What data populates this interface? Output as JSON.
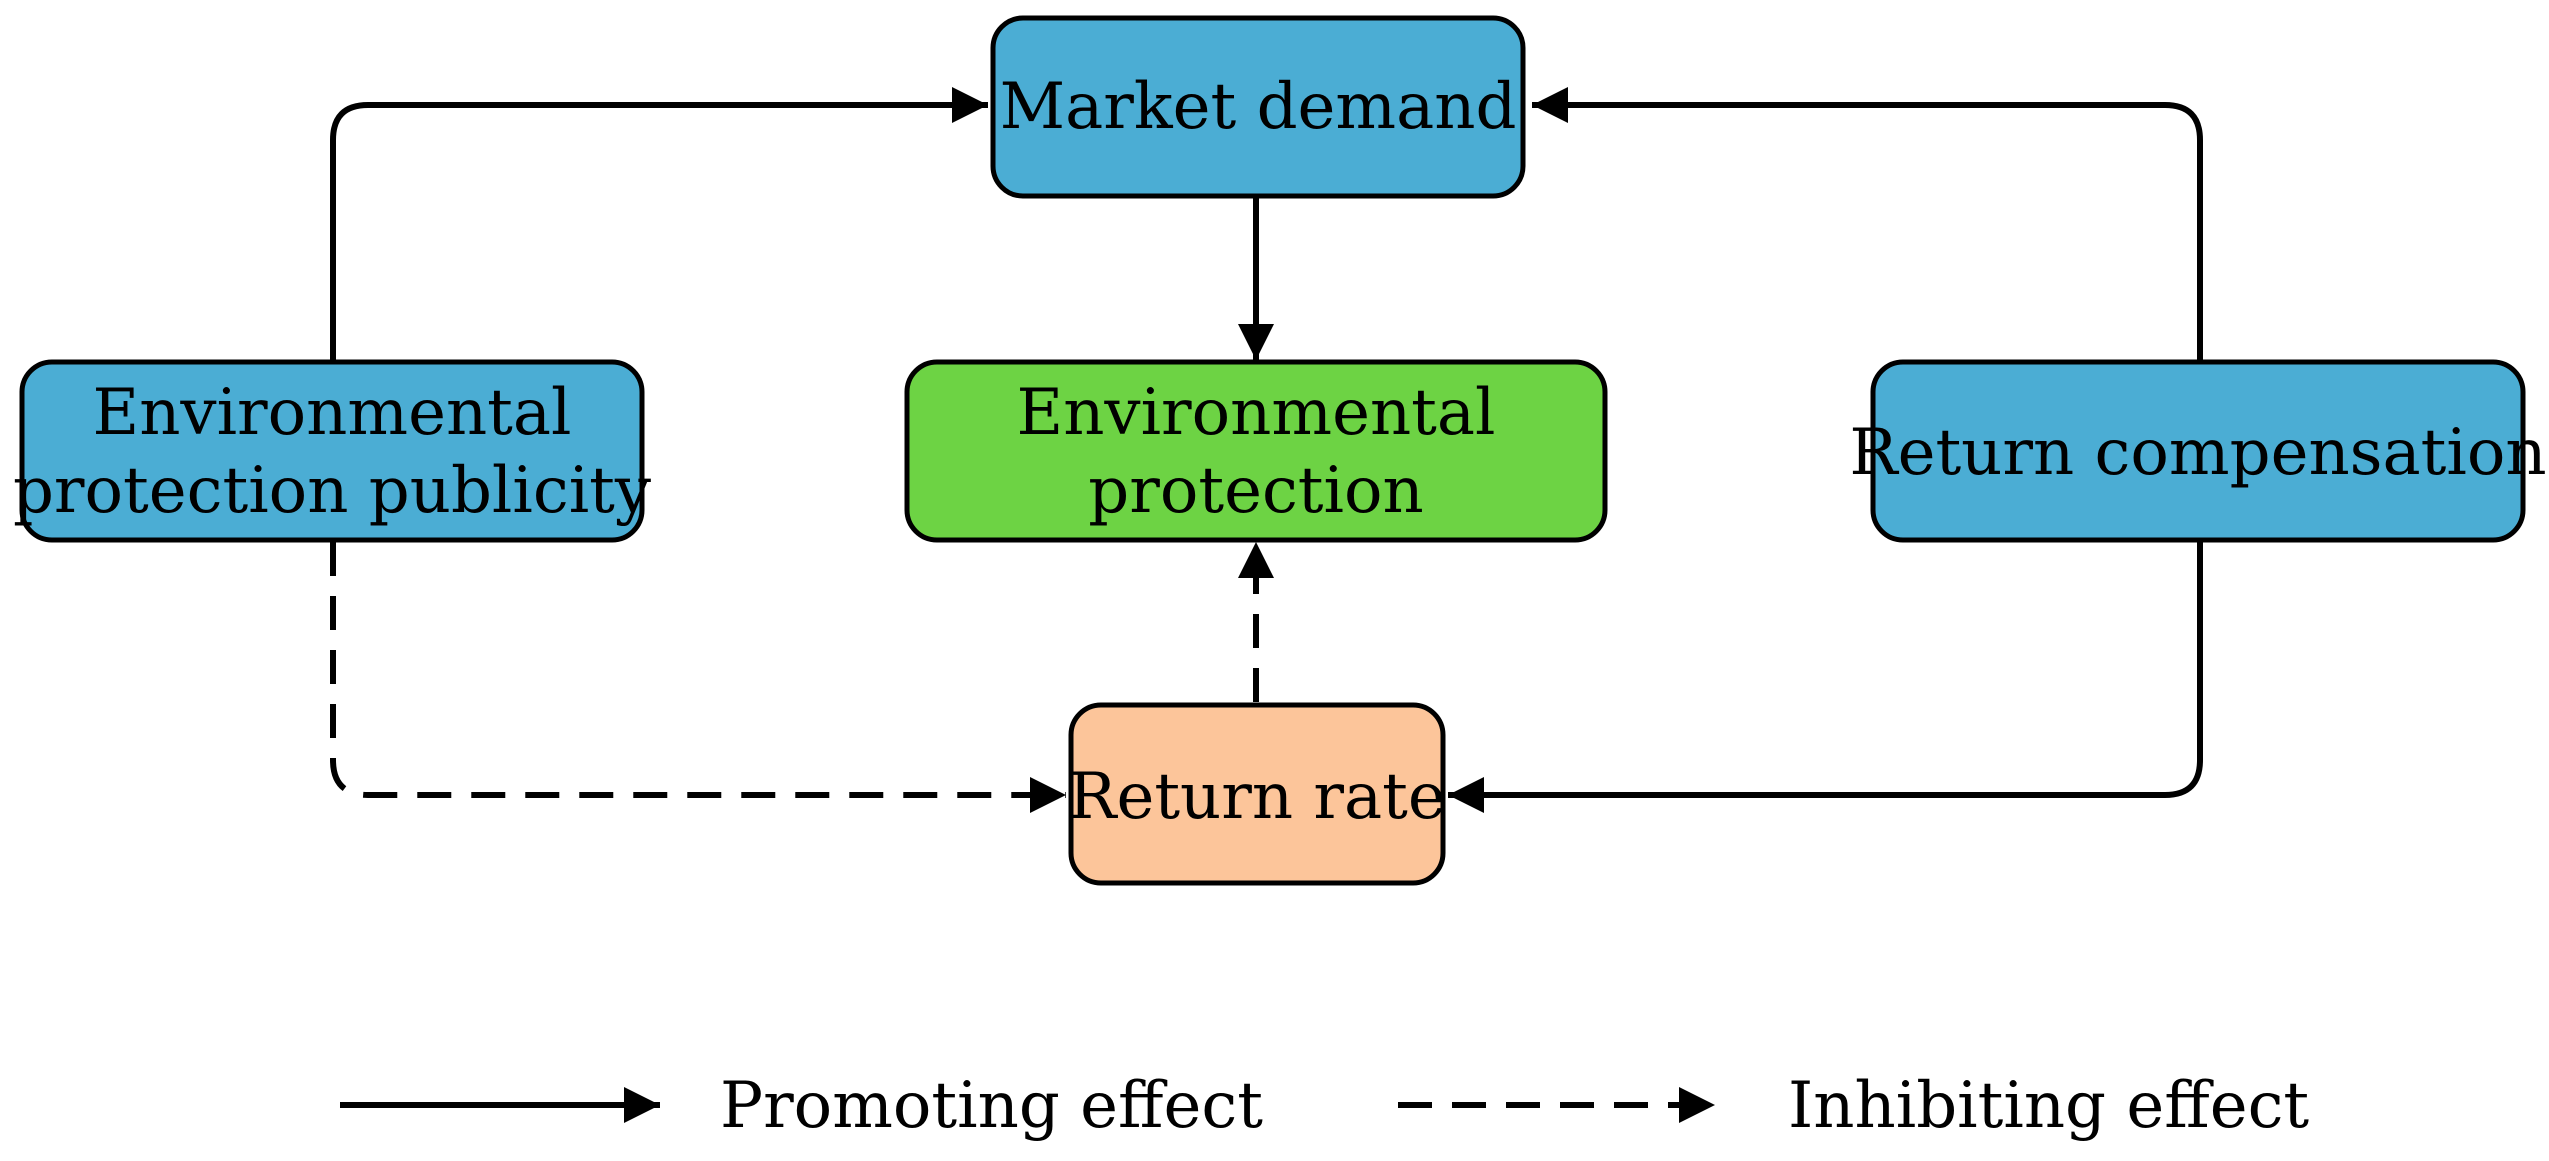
{
  "nodes": {
    "market_demand": {
      "lines": [
        "Market demand"
      ],
      "color": "#4badd4"
    },
    "env_publicity": {
      "lines": [
        "Environmental",
        "protection publicity"
      ],
      "color": "#4badd4"
    },
    "env_protection": {
      "lines": [
        "Environmental",
        "protection"
      ],
      "color": "#6dd344"
    },
    "return_compensation": {
      "lines": [
        "Return compensation"
      ],
      "color": "#4badd4"
    },
    "return_rate": {
      "lines": [
        "Return rate"
      ],
      "color": "#fcc59a"
    }
  },
  "edges": [
    {
      "from": "env_publicity",
      "to": "market_demand",
      "effect": "promoting"
    },
    {
      "from": "return_compensation",
      "to": "market_demand",
      "effect": "promoting"
    },
    {
      "from": "market_demand",
      "to": "env_protection",
      "effect": "promoting"
    },
    {
      "from": "return_compensation",
      "to": "return_rate",
      "effect": "promoting"
    },
    {
      "from": "env_publicity",
      "to": "return_rate",
      "effect": "inhibiting"
    },
    {
      "from": "return_rate",
      "to": "env_protection",
      "effect": "inhibiting"
    }
  ],
  "legend": {
    "promoting": "Promoting effect",
    "inhibiting": "Inhibiting effect"
  }
}
